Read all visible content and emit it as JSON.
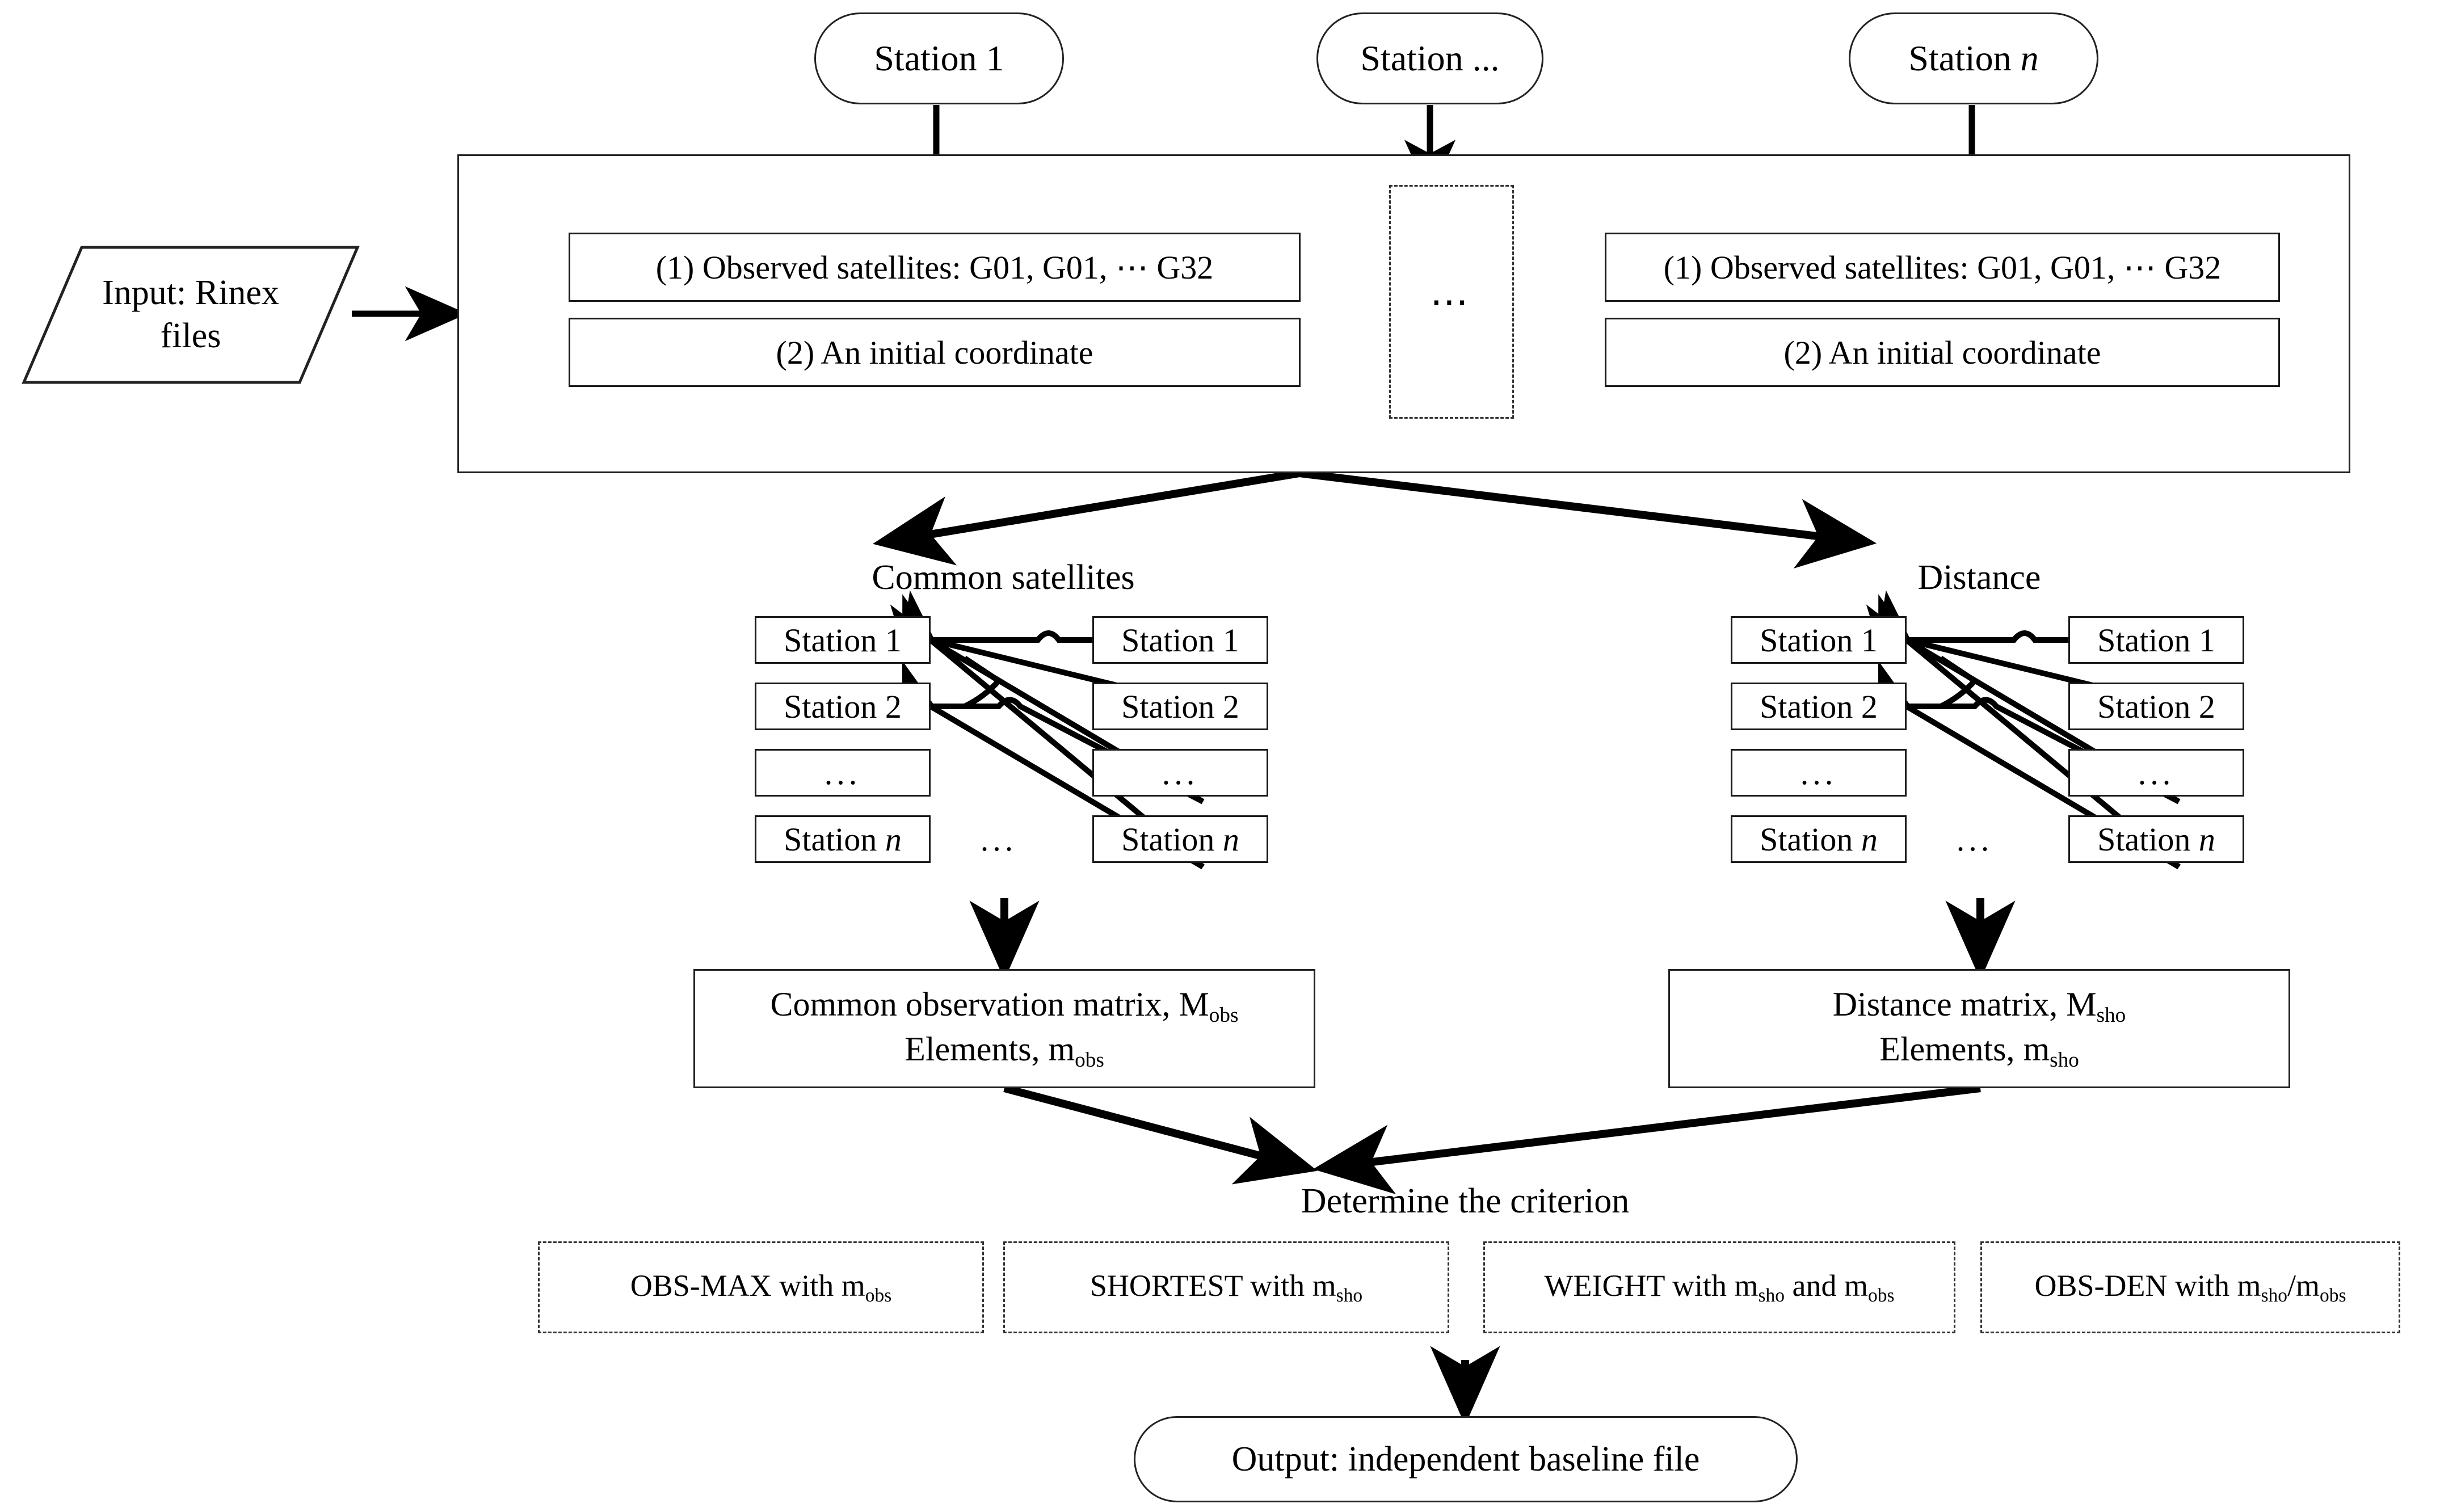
{
  "diagram": {
    "title": "GNSS independent baseline selection flowchart",
    "stations": [
      {
        "label_prefix": "Station",
        "label_suffix": "1",
        "italic_suffix": false
      },
      {
        "label_prefix": "Station",
        "label_suffix": "...",
        "italic_suffix": false
      },
      {
        "label_prefix": "Station",
        "label_suffix": "n",
        "italic_suffix": true
      }
    ],
    "input_node": {
      "line1": "Input: Rinex",
      "line2": "files"
    },
    "station_group_items": [
      "(1) Observed satellites: G01, G01, ⋯ G32",
      "(2) An initial coordinate"
    ],
    "group_ellipsis": "⋯",
    "panels": [
      {
        "name": "common-satellites",
        "title": "Common satellites",
        "left_column": [
          "Station 1",
          "Station 2",
          "...",
          "Station n"
        ],
        "right_column": [
          "Station 1",
          "Station 2",
          "...",
          "Station n"
        ],
        "middle_ellipsis": "..."
      },
      {
        "name": "distance",
        "title": "Distance",
        "left_column": [
          "Station 1",
          "Station 2",
          "...",
          "Station n"
        ],
        "right_column": [
          "Station 1",
          "Station 2",
          "...",
          "Station n"
        ],
        "middle_ellipsis": "..."
      }
    ],
    "matrix_boxes": [
      {
        "name": "common-observation-matrix",
        "line1_text": "Common observation matrix, M",
        "line1_sub": "obs",
        "line2_text": "Elements, m",
        "line2_sub": "obs"
      },
      {
        "name": "distance-matrix",
        "line1_text": "Distance matrix, M",
        "line1_sub": "sho",
        "line2_text": "Elements, m",
        "line2_sub": "sho"
      }
    ],
    "criterion": {
      "title": "Determine the criterion",
      "options": [
        {
          "name": "obs-max",
          "pre": "OBS-MAX with m",
          "sub1": "obs",
          "mid": "",
          "sub2": "",
          "post": ""
        },
        {
          "name": "shortest",
          "pre": "SHORTEST with m",
          "sub1": "sho",
          "mid": "",
          "sub2": "",
          "post": ""
        },
        {
          "name": "weight",
          "pre": "WEIGHT with m",
          "sub1": "sho",
          "mid": " and m",
          "sub2": "obs",
          "post": ""
        },
        {
          "name": "obs-den",
          "pre": "OBS-DEN with m",
          "sub1": "sho",
          "mid": "/m",
          "sub2": "obs",
          "post": ""
        }
      ]
    },
    "output_node": "Output: independent baseline file"
  }
}
